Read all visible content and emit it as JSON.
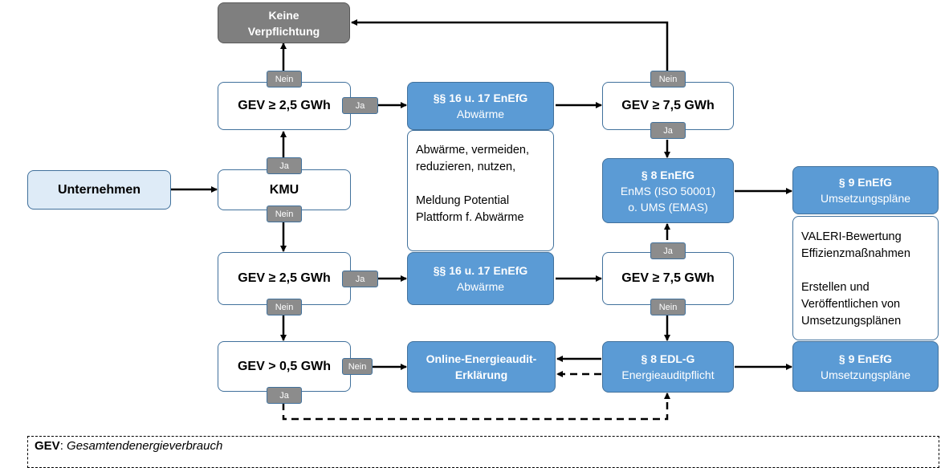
{
  "nodes": {
    "keine": {
      "line1": "Keine",
      "line2": "Verpflichtung"
    },
    "unternehmen": "Unternehmen",
    "kmu": "KMU",
    "gev25_top": "GEV ≥ 2,5 GWh",
    "gev25_mid": "GEV ≥ 2,5 GWh",
    "gev05": "GEV > 0,5 GWh",
    "par16_top": {
      "title": "§§ 16 u. 17 EnEfG",
      "sub": "Abwärme"
    },
    "par16_mid": {
      "title": "§§ 16 u. 17 EnEfG",
      "sub": "Abwärme"
    },
    "online": {
      "line1": "Online-Energieaudit-",
      "line2": "Erklärung"
    },
    "gev75_top": "GEV ≥ 7,5 GWh",
    "gev75_mid": "GEV ≥ 7,5 GWh",
    "par8_enefg": {
      "title": "§ 8 EnEfG",
      "sub1": "EnMS (ISO 50001)",
      "sub2": "o. UMS (EMAS)"
    },
    "par8_edlg": {
      "title": "§ 8 EDL-G",
      "sub": "Energieauditpflicht"
    },
    "par9_top": {
      "title": "§ 9 EnEfG",
      "sub": "Umsetzungspläne"
    },
    "par9_bottom": {
      "title": "§ 9 EnEfG",
      "sub": "Umsetzungspläne"
    }
  },
  "notes": {
    "abwaerme": {
      "p1": "Abwärme, vermeiden, reduzieren, nutzen,",
      "p2": "Meldung Potential Plattform f. Abwärme"
    },
    "valeri": {
      "p1": "VALERI-Bewertung Effizienzmaßnahmen",
      "p2": "Erstellen und Veröffentlichen von Umsetzungsplänen"
    }
  },
  "tags": {
    "nein": "Nein",
    "ja": "Ja"
  },
  "legend": {
    "term": "GEV",
    "definition": "Gesamtendenergieverbrauch"
  },
  "colors": {
    "blue": "#5b9bd5",
    "light_blue": "#deebf7",
    "grey": "#7f7f7f",
    "border": "#41719c"
  }
}
